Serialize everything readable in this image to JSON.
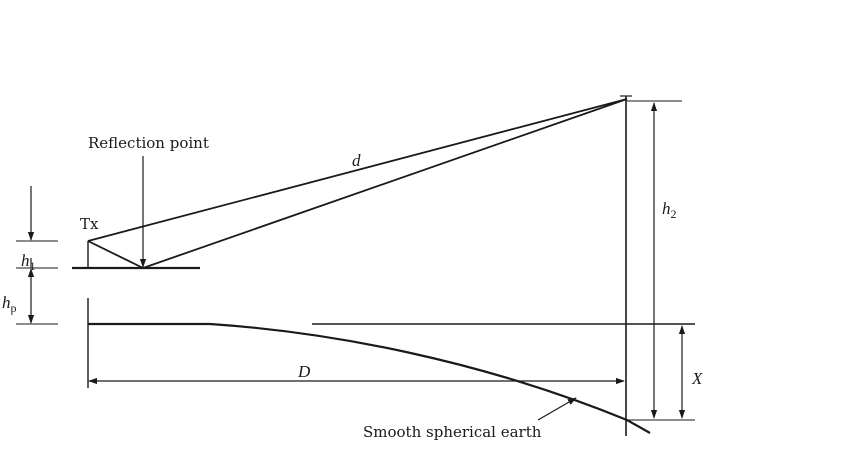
{
  "labels": {
    "reflection_point": "Reflection point",
    "tx": "Tx",
    "d": "d",
    "h1_main": "h",
    "h1_sub": "1",
    "h2_main": "h",
    "h2_sub": "2",
    "hp_main": "h",
    "hp_sub": "p",
    "D": "D",
    "X": "X",
    "earth": "Smooth spherical earth"
  },
  "colors": {
    "line": "#1a1a1a",
    "background": "#ffffff"
  }
}
